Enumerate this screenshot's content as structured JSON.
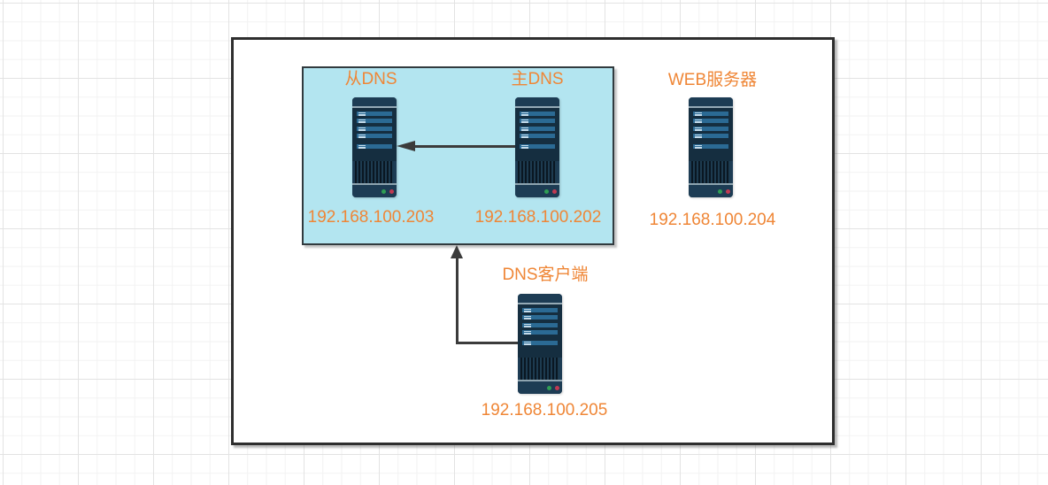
{
  "diagram": {
    "title_hint": "DNS topology diagram",
    "nodes": [
      {
        "id": "slave-dns",
        "label": "从DNS",
        "ip": "192.168.100.203",
        "in_zone": true
      },
      {
        "id": "master-dns",
        "label": "主DNS",
        "ip": "192.168.100.202",
        "in_zone": true
      },
      {
        "id": "web-server",
        "label": "WEB服务器",
        "ip": "192.168.100.204",
        "in_zone": false
      },
      {
        "id": "dns-client",
        "label": "DNS客户端",
        "ip": "192.168.100.205",
        "in_zone": false
      }
    ],
    "connections": [
      {
        "from": "master-dns",
        "to": "slave-dns",
        "style": "solid-arrow",
        "direction": "left"
      },
      {
        "from": "dns-client",
        "to": "dns-zone-box",
        "style": "solid-elbow-arrow",
        "direction": "up"
      }
    ],
    "colors": {
      "label_text": "#EF8636",
      "zone_fill": "#B3E5F0",
      "zone_border": "#313A3E",
      "frame_border": "#2E2E2E",
      "connector": "#3B3B3B",
      "server_body": "#1D3C54",
      "server_panel": "#152E40",
      "server_bar": "#2B6A94",
      "server_separator": "#95AAB6",
      "led_green": "#2F9E54",
      "led_red": "#C13A52",
      "grid_minor": "#F2F2F2",
      "grid_major": "#E3E3E3"
    }
  }
}
